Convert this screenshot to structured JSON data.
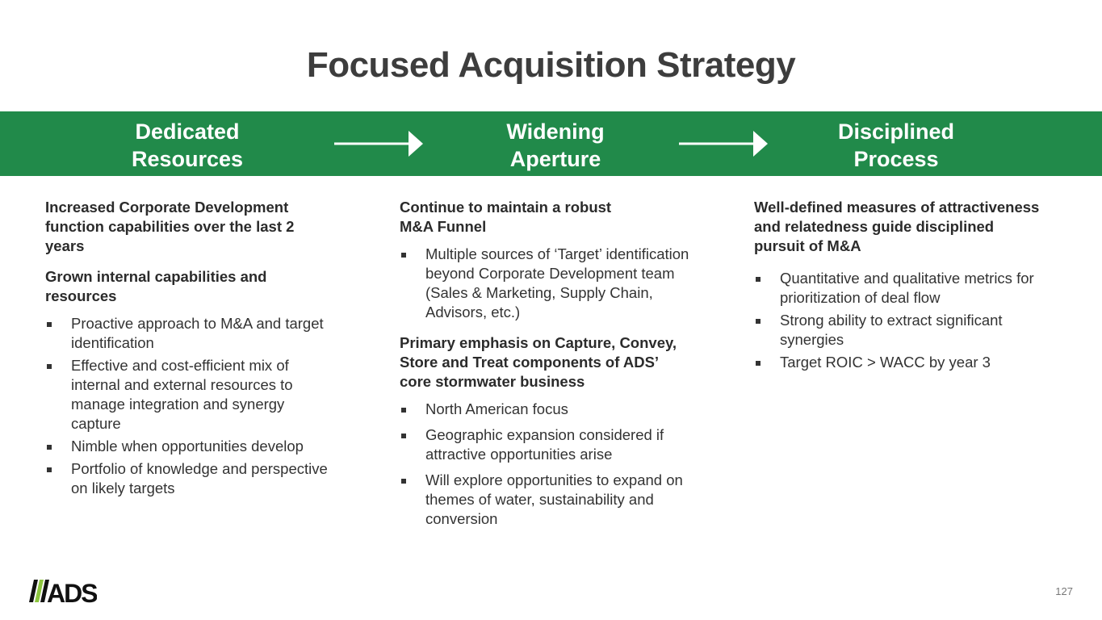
{
  "title": "Focused Acquisition Strategy",
  "brand": {
    "green": "#218a4a",
    "accent_lime": "#8dc63f",
    "logo_text": "ADS"
  },
  "stages": [
    {
      "line1": "Dedicated",
      "line2": "Resources"
    },
    {
      "line1": "Widening",
      "line2": "Aperture"
    },
    {
      "line1": "Disciplined",
      "line2": "Process"
    }
  ],
  "columns": [
    {
      "sections": [
        {
          "heading": "Increased Corporate Development function capabilities over the last 2 years",
          "bullets": []
        },
        {
          "heading": "Grown internal capabilities and resources",
          "bullets": [
            "Proactive approach to M&A and target identification",
            "Effective and cost-efficient mix of internal and external resources to manage integration and synergy capture",
            "Nimble when opportunities develop",
            "Portfolio of knowledge and perspective on likely targets"
          ]
        }
      ]
    },
    {
      "sections": [
        {
          "heading": "Continue to maintain a robust M&A Funnel",
          "bullets": [
            "Multiple sources of ‘Target’ identification beyond Corporate Development team (Sales & Marketing, Supply Chain, Advisors, etc.)"
          ]
        },
        {
          "heading": "Primary emphasis on Capture, Convey, Store and Treat components of ADS’ core stormwater business",
          "bullets": [
            "North American focus",
            "Geographic expansion considered if attractive opportunities arise",
            "Will explore opportunities to expand on themes of water, sustainability and conversion"
          ]
        }
      ]
    },
    {
      "sections": [
        {
          "heading": "Well-defined measures of attractiveness and relatedness guide disciplined pursuit of M&A",
          "bullets": [
            "Quantitative and qualitative metrics for prioritization of deal flow",
            "Strong ability to extract significant synergies",
            "Target ROIC > WACC by year 3"
          ]
        }
      ]
    }
  ],
  "page_number": "127"
}
